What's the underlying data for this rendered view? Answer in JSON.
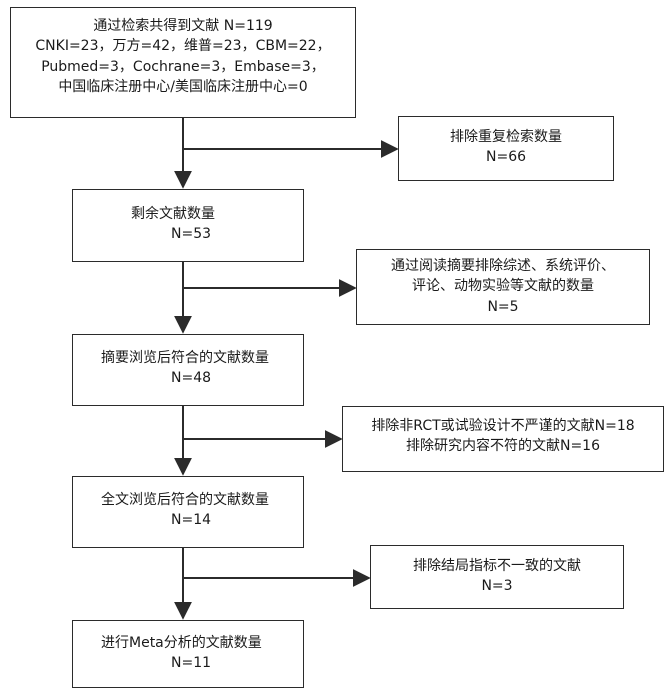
{
  "flowchart": {
    "main_steps": [
      {
        "id": "identified",
        "lines": [
          "通过检索共得到文献 N=119",
          "CNKI=23，万方=42，维普=23，CBM=22，",
          "Pubmed=3，Cochrane=3，Embase=3，",
          "中国临床注册中心/美国临床注册中心=0"
        ]
      },
      {
        "id": "remaining",
        "lines": [
          "剩余文献数量",
          "N=53"
        ]
      },
      {
        "id": "abstract-screened",
        "lines": [
          "摘要浏览后符合的文献数量",
          "N=48"
        ]
      },
      {
        "id": "fulltext-screened",
        "lines": [
          "全文浏览后符合的文献数量",
          "N=14"
        ]
      },
      {
        "id": "meta-included",
        "lines": [
          "进行Meta分析的文献数量",
          "N=11"
        ]
      }
    ],
    "exclusions": [
      {
        "id": "duplicates",
        "lines": [
          "排除重复检索数量",
          "N=66"
        ]
      },
      {
        "id": "reviews",
        "lines": [
          "通过阅读摘要排除综述、系统评价、",
          "评论、动物实验等文献的数量",
          "N=5"
        ]
      },
      {
        "id": "non-rct",
        "lines": [
          "排除非RCT或试验设计不严谨的文献N=18",
          "排除研究内容不符的文献N=16"
        ]
      },
      {
        "id": "outcomes",
        "lines": [
          "排除结局指标不一致的文献",
          "N=3"
        ]
      }
    ]
  }
}
